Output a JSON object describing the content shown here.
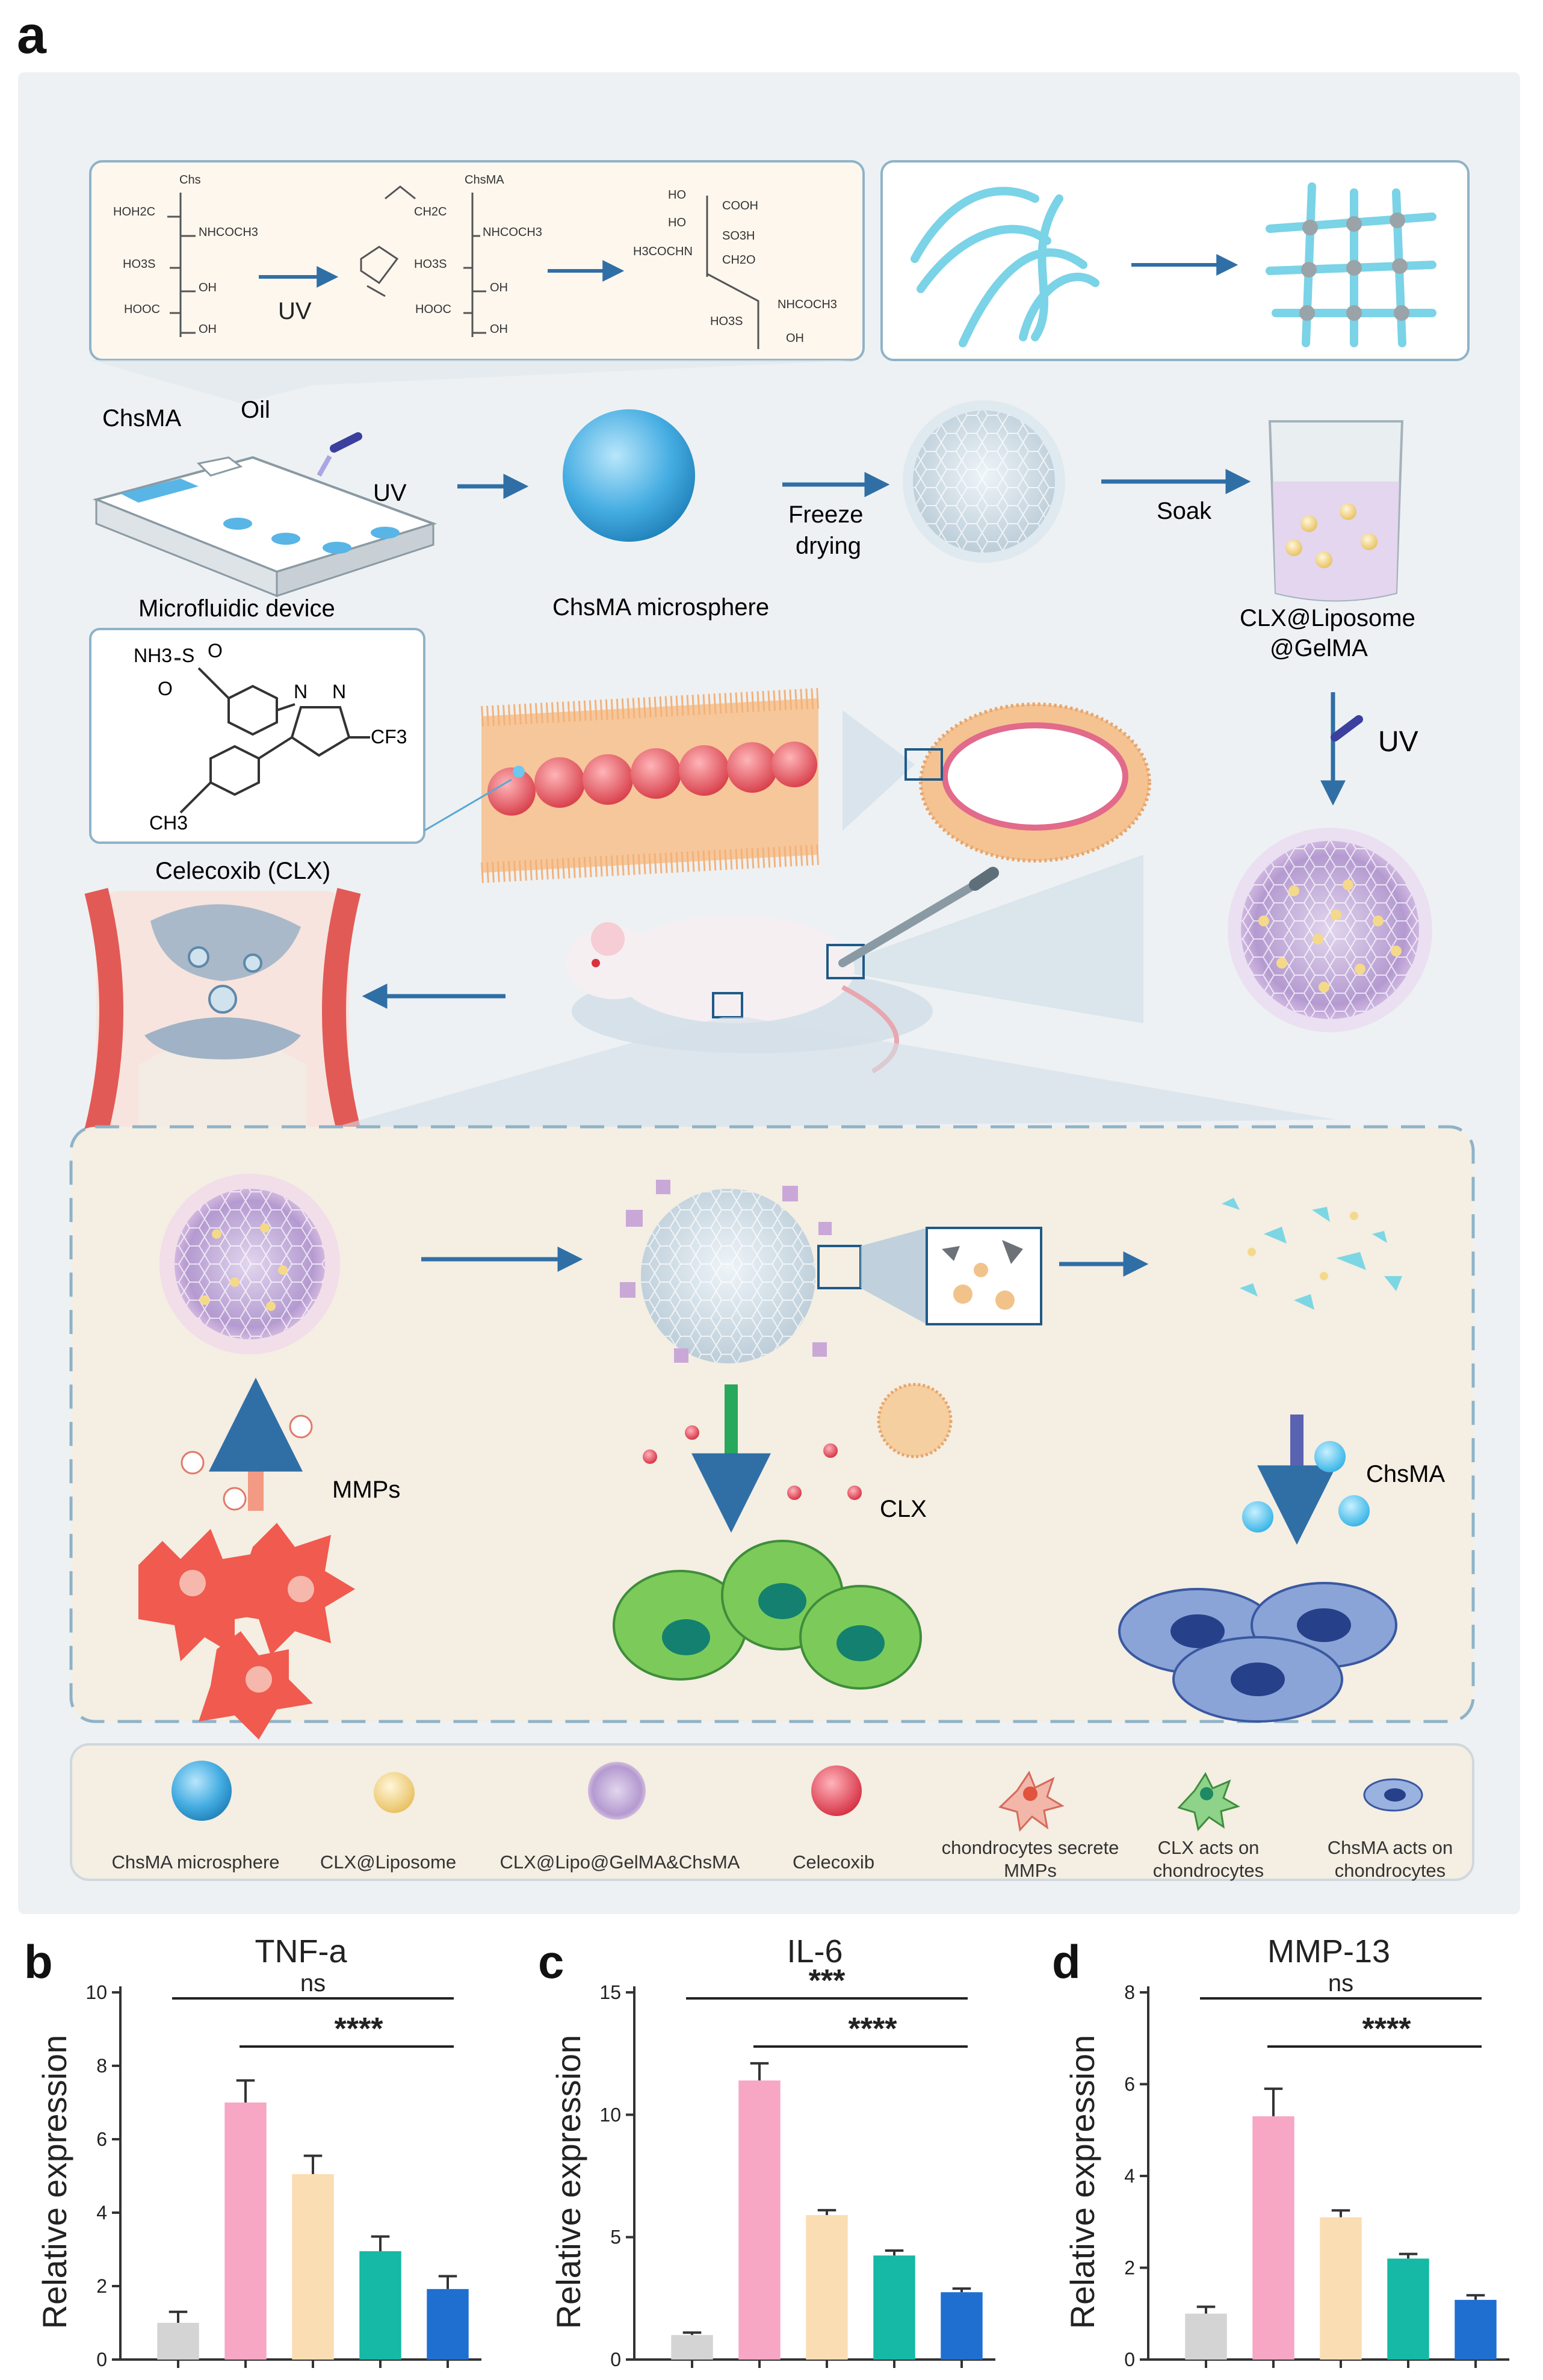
{
  "panel_a": {
    "label": "a",
    "chem": {
      "chs": "Chs",
      "chsma": "ChsMA",
      "hoh2c": "HOH2C",
      "nhcoch3": "NHCOCH3",
      "ho3s": "HO3S",
      "hooc": "HOOC",
      "oh": "OH",
      "ch2c": "CH2C",
      "ho": "HO",
      "cooh": "COOH",
      "so3h": "SO3H",
      "h3cochn": "H3COCHN",
      "ch2o": "CH2O",
      "uv": "UV"
    },
    "microfluidic": {
      "chsma": "ChsMA",
      "oil": "Oil",
      "uv": "UV",
      "device": "Microfluidic device"
    },
    "microsphere": "ChsMA microsphere",
    "freeze_drying": [
      "Freeze",
      "drying"
    ],
    "soak": "Soak",
    "beaker_label": [
      "CLX@Liposome",
      "@GelMA"
    ],
    "uv2": "UV",
    "celecoxib": {
      "nh3": "NH3",
      "s": "S",
      "o": "O",
      "n": "N",
      "cf3": "CF3",
      "ch3": "CH3",
      "name": "Celecoxib (CLX)"
    },
    "mmps": "MMPs",
    "clx": "CLX",
    "chsma_release": "ChsMA",
    "legend": [
      {
        "label": [
          "ChsMA microsphere"
        ],
        "icon": "chsma-microsphere-icon",
        "color": "#3aa7dc"
      },
      {
        "label": [
          "CLX@Liposome"
        ],
        "icon": "liposome-icon",
        "color": "#f2cf7a"
      },
      {
        "label": [
          "CLX@Lipo@GelMA&ChsMA"
        ],
        "icon": "composite-microsphere-icon",
        "color": "#b08fc6"
      },
      {
        "label": [
          "Celecoxib"
        ],
        "icon": "celecoxib-icon",
        "color": "#e8495a"
      },
      {
        "label": [
          "chondrocytes secrete",
          "MMPs"
        ],
        "icon": "secreting-chondrocyte-icon",
        "color": "#e87a6a"
      },
      {
        "label": [
          "CLX acts on",
          "chondrocytes"
        ],
        "icon": "clx-chondrocyte-icon",
        "color": "#4fb060"
      },
      {
        "label": [
          "ChsMA acts on",
          "chondrocytes"
        ],
        "icon": "chsma-chondrocyte-icon",
        "color": "#4a6cc0"
      }
    ]
  },
  "chart_data": [
    {
      "type": "bar",
      "panel": "b",
      "title": "TNF-a",
      "ylabel": "Relative expression",
      "ylim": [
        0,
        10
      ],
      "yticks": [
        "0",
        "2",
        "4",
        "6",
        "8",
        "10"
      ],
      "categories": [
        "",
        "",
        "",
        "",
        ""
      ],
      "values": [
        1.0,
        7.0,
        5.05,
        2.95,
        1.92
      ],
      "errors": [
        0.3,
        0.6,
        0.5,
        0.4,
        0.35
      ],
      "colors": [
        "#d4d4d4",
        "#f7a6c4",
        "#fbddb4",
        "#16b8a6",
        "#1f6fd1"
      ],
      "comparisons": [
        {
          "label": "ns",
          "from": 0,
          "to": 4
        },
        {
          "label": "****",
          "from": 1,
          "to": 4
        }
      ]
    },
    {
      "type": "bar",
      "panel": "c",
      "title": "IL-6",
      "ylabel": "Relative expression",
      "ylim": [
        0,
        15
      ],
      "yticks": [
        "0",
        "5",
        "10",
        "15"
      ],
      "categories": [
        "",
        "",
        "",
        "",
        ""
      ],
      "values": [
        1.0,
        11.4,
        5.9,
        4.25,
        2.75
      ],
      "errors": [
        0.1,
        0.7,
        0.2,
        0.2,
        0.15
      ],
      "colors": [
        "#d4d4d4",
        "#f7a6c4",
        "#fbddb4",
        "#16b8a6",
        "#1f6fd1"
      ],
      "comparisons": [
        {
          "label": "***",
          "from": 0,
          "to": 4
        },
        {
          "label": "****",
          "from": 1,
          "to": 4
        }
      ]
    },
    {
      "type": "bar",
      "panel": "d",
      "title": "MMP-13",
      "ylabel": "Relative expression",
      "ylim": [
        0,
        8
      ],
      "yticks": [
        "0",
        "2",
        "4",
        "6",
        "8"
      ],
      "categories": [
        "",
        "",
        "",
        "",
        ""
      ],
      "values": [
        1.0,
        5.3,
        3.1,
        2.2,
        1.3
      ],
      "errors": [
        0.15,
        0.6,
        0.15,
        0.1,
        0.1
      ],
      "colors": [
        "#d4d4d4",
        "#f7a6c4",
        "#fbddb4",
        "#16b8a6",
        "#1f6fd1"
      ],
      "comparisons": [
        {
          "label": "ns",
          "from": 0,
          "to": 4
        },
        {
          "label": "****",
          "from": 1,
          "to": 4
        }
      ]
    }
  ]
}
